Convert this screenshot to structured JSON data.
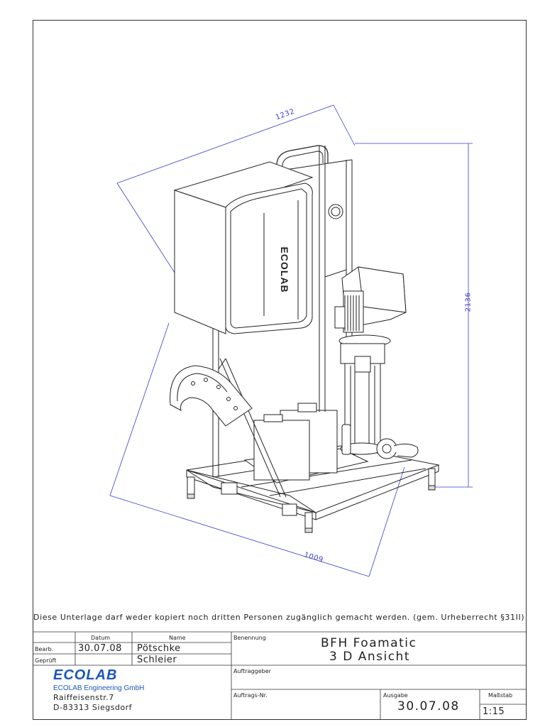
{
  "dimensions": {
    "d1": "1232",
    "d2": "2136",
    "d3": "1009"
  },
  "logo_text": "ECOLAB",
  "copyright": "Diese Unterlage darf weder kopiert noch dritten Personen zugänglich gemacht werden. (gem. Urheberrecht §31II)",
  "title_block": {
    "header_datum": "Datum",
    "header_name": "Name",
    "row_bearb_label": "Bearb.",
    "row_bearb_date": "30.07.08",
    "row_bearb_name": "Pötschke",
    "row_geprueft_label": "Geprüft",
    "row_geprueft_name": "Schleier",
    "benennung_label": "Benennung",
    "title_line1": "BFH Foamatic",
    "title_line2": "3 D Ansicht",
    "auftraggeber_label": "Auftraggeber",
    "auftrags_label": "Auftrags-Nr.",
    "ausgabe_label": "Ausgabe",
    "ausgabe_value": "30.07.08",
    "massstab_label": "Maßstab",
    "massstab_value": "1:15",
    "company_logo": "ECOLAB",
    "company_name": "ECOLAB Engineering GmbH",
    "street": "Raiffeisenstr.7",
    "city": "D-83313 Siegsdorf"
  },
  "colors": {
    "dimension": "#3a3ad0",
    "line": "#222222",
    "brand": "#1a56b8"
  }
}
